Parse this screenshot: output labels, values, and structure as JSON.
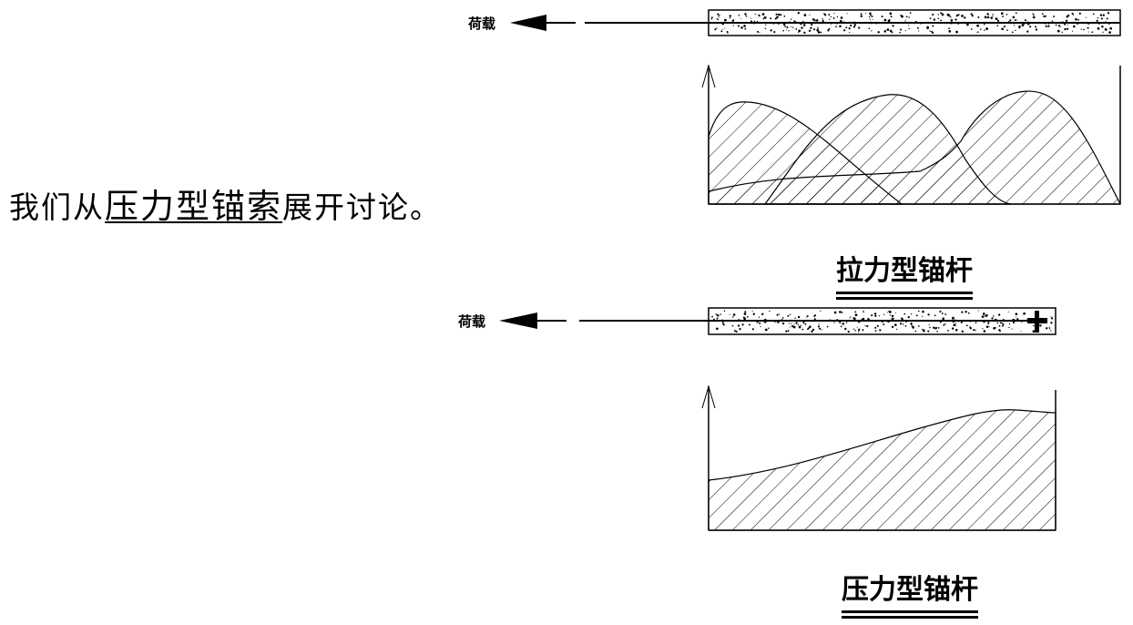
{
  "intro": {
    "prefix": "我们从",
    "emphasis": "压力型锚索",
    "suffix": "展开讨论。"
  },
  "diagrams": [
    {
      "load_label": "荷载",
      "caption": "拉力型锚杆"
    },
    {
      "load_label": "荷载",
      "caption": "压力型锚杆"
    }
  ]
}
